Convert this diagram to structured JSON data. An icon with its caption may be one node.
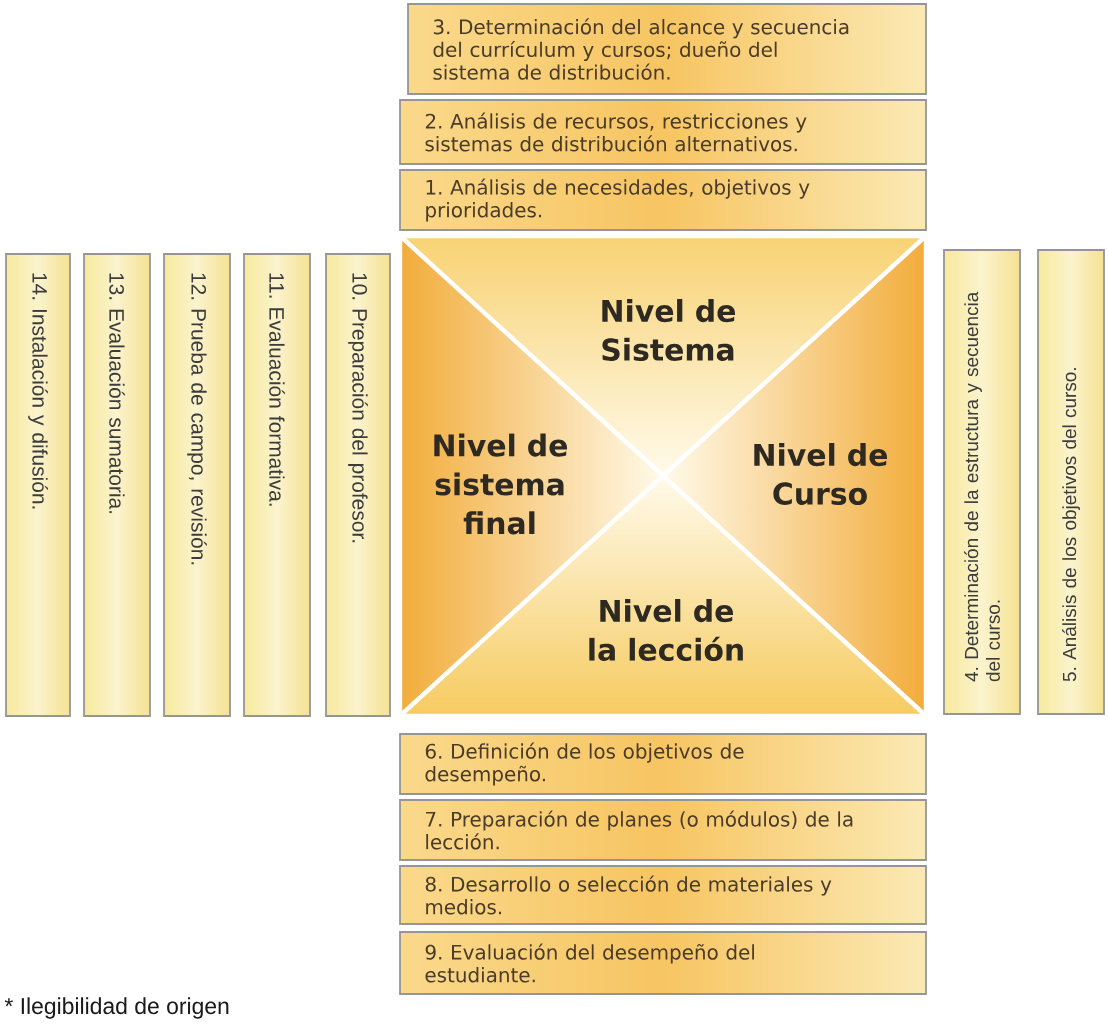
{
  "diagram": {
    "nodes": [
      {
        "text": [
          "3. Determinación del alcance y secuencia del currículum y cursos; dueño del sistema de distribución."
        ]
      },
      {
        "text": [
          "2. Análisis de recursos, restricciones y sistemas de distribución alternativos."
        ]
      },
      {
        "text": [
          "1. Análisis de necesidades, objetivos y prioridades."
        ]
      },
      {
        "text": [
          "14. Instalación y difusión."
        ]
      },
      {
        "text": [
          "13. Evaluación sumatoria."
        ]
      },
      {
        "text": [
          "12. Prueba de campo, revisión."
        ]
      },
      {
        "text": [
          "11. Evaluación formativa."
        ]
      },
      {
        "text": [
          "10. Preparación del profesor."
        ]
      },
      {
        "text": [
          "Nivel de Sistema"
        ]
      },
      {
        "text": [
          "Nivel de sistema final"
        ]
      },
      {
        "text": [
          "Nivel de Curso"
        ]
      },
      {
        "text": [
          "Nivel de la lección"
        ]
      },
      {
        "text": [
          "4. Determinación de la estructura y secuencia del curso."
        ]
      },
      {
        "text": [
          "5. Análisis de los objetivos del curso."
        ]
      },
      {
        "text": [
          "6. Definición de los objetivos de desempeño."
        ]
      },
      {
        "text": [
          "7. Preparación de planes (o módulos) de la lección."
        ]
      },
      {
        "text": [
          "8. Desarrollo o selección de materiales y medios."
        ]
      },
      {
        "text": [
          "9. Evaluación del desempeño del estudiante."
        ]
      }
    ],
    "labels": [
      "* Ilegibilidad de origen"
    ]
  }
}
